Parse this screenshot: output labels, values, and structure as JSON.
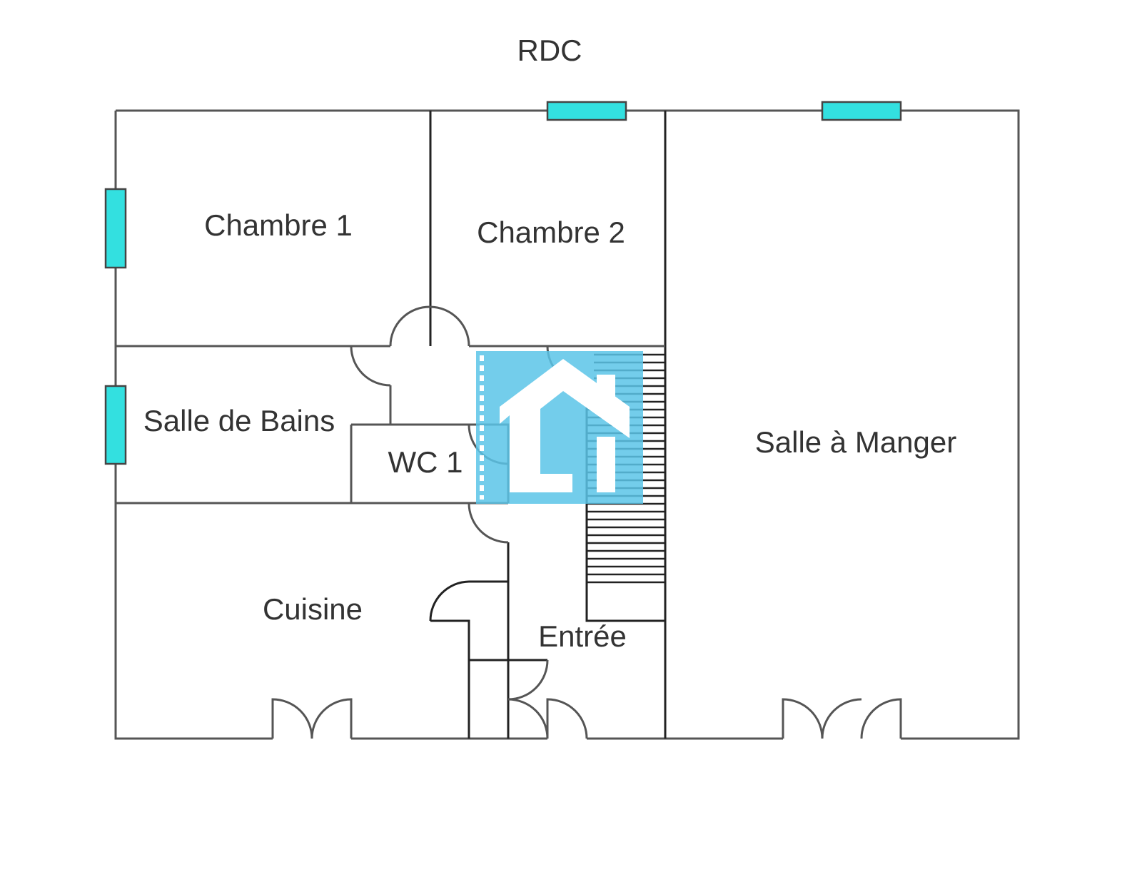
{
  "title": "RDC",
  "rooms": {
    "chambre1": "Chambre 1",
    "chambre2": "Chambre 2",
    "salle_de_bains": "Salle de Bains",
    "wc1": "WC 1",
    "cuisine": "Cuisine",
    "entree": "Entrée",
    "salle_a_manger": "Salle à Manger"
  },
  "colors": {
    "wall": "#555555",
    "window": "#33e0e0",
    "logo": "#5bc4e8"
  }
}
